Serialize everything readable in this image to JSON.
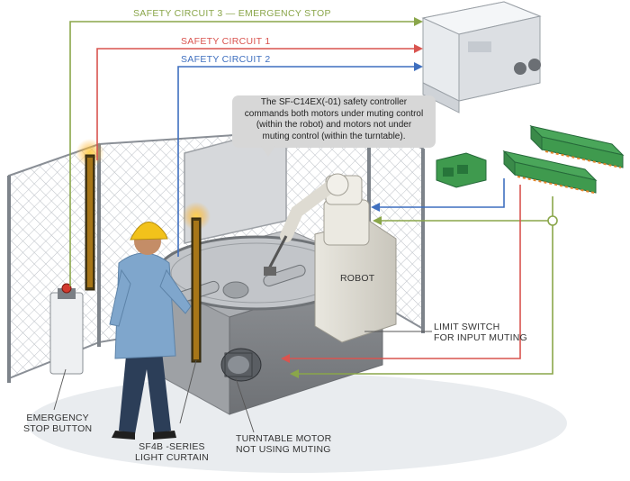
{
  "labels": {
    "safety_circuit_3": "SAFETY CIRCUIT 3 — EMERGENCY STOP",
    "safety_circuit_1": "SAFETY CIRCUIT 1",
    "safety_circuit_2": "SAFETY CIRCUIT 2",
    "robot": "ROBOT",
    "limit_switch_line1": "LIMIT SWITCH",
    "limit_switch_line2": "FOR INPUT MUTING",
    "emergency_stop_line1": "EMERGENCY",
    "emergency_stop_line2": "STOP BUTTON",
    "light_curtain_line1": "SF4B -SERIES",
    "light_curtain_line2": "LIGHT CURTAIN",
    "turntable_motor_line1": "TURNTABLE MOTOR",
    "turntable_motor_line2": "NOT USING MUTING"
  },
  "callout": {
    "line1": "The SF-C14EX(-01) safety controller",
    "line2": "commands both motors under muting control",
    "line3": "(within the robot) and motors not under",
    "line4": "muting control (within the turntable)."
  },
  "colors": {
    "circuit_3": "#8aa64a",
    "circuit_1": "#d9544f",
    "circuit_2": "#3f6fbf",
    "callout_bg": "#d7d7d7",
    "worker_shirt": "#7fa6cc",
    "helmet": "#f2c21b",
    "connector_green": "#3f9a4e"
  },
  "icons": [
    "safety-controller-icon",
    "terminal-block-icon",
    "light-curtain-icon",
    "robot-arm-icon",
    "turntable-icon",
    "emergency-stop-icon",
    "worker-icon",
    "motor-icon"
  ]
}
